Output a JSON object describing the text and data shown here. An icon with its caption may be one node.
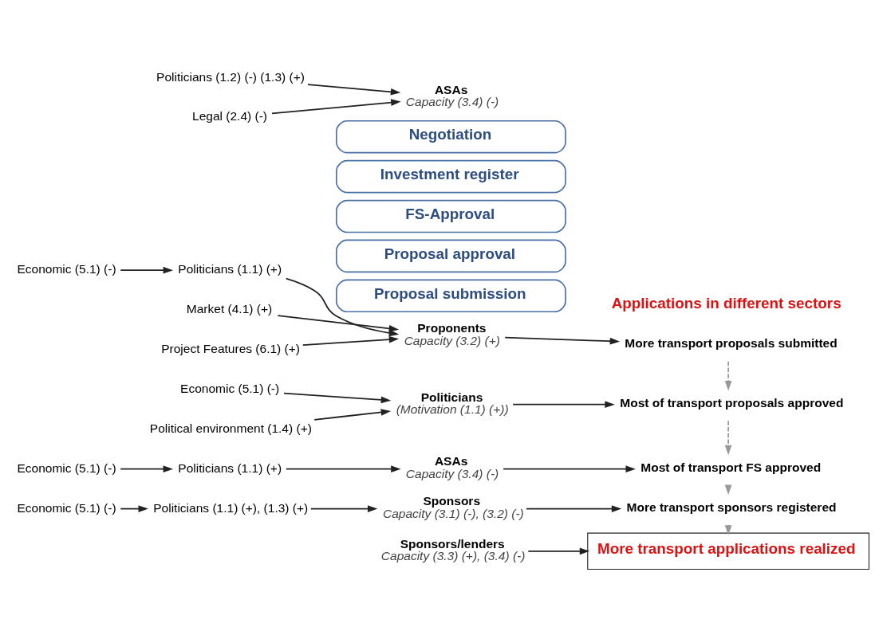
{
  "diagram": {
    "nodes": [
      {
        "text": [
          "Economic (5.1) (-)"
        ]
      },
      {
        "text": [
          "Proposal submission"
        ]
      },
      {
        "text": [
          "Politicians (1.1) (+)"
        ]
      },
      {
        "text": [
          "Market (4.1) (+)"
        ]
      },
      {
        "text": [
          "Project Features (6.1) (+)"
        ]
      },
      {
        "text": [
          "Proponents",
          "Capacity (3.2) (+)"
        ]
      },
      {
        "text": [
          "More transport proposals submitted"
        ]
      },
      {
        "text": [
          "Proposal approval"
        ]
      },
      {
        "text": [
          "Economic (5.1) (-)"
        ]
      },
      {
        "text": [
          "Political environment (1.4) (+)"
        ]
      },
      {
        "text": [
          "Politicians",
          "(Motivation (1.1) (+))"
        ]
      },
      {
        "text": [
          "Most of transport proposals approved"
        ]
      },
      {
        "text": [
          "FS-Approval"
        ]
      },
      {
        "text": [
          "Economic (5.1) (-)"
        ]
      },
      {
        "text": [
          "Politicians (1.1) (+)"
        ]
      },
      {
        "text": [
          "ASAs",
          "Capacity (3.4) (-)"
        ]
      },
      {
        "text": [
          "Most of transport FS approved"
        ]
      },
      {
        "text": [
          "Investment register"
        ]
      },
      {
        "text": [
          "Economic (5.1) (-)"
        ]
      },
      {
        "text": [
          "Politicians (1.1) (+), (1.3) (+)"
        ]
      },
      {
        "text": [
          "Sponsors",
          "Capacity (3.1) (-), (3.2) (-)"
        ]
      },
      {
        "text": [
          "More transport sponsors registered"
        ]
      },
      {
        "text": [
          "Negotiation"
        ]
      },
      {
        "text": [
          "Politicians (1.2) (-) (1.3) (+)"
        ]
      },
      {
        "text": [
          "Legal (2.4) (-)"
        ]
      },
      {
        "text": [
          "ASAs",
          "Capacity (3.4) (-)"
        ]
      },
      {
        "text": [
          "Sponsors/lenders",
          "Capacity (3.3) (+), (3.4) (-)"
        ]
      },
      {
        "text": [
          "More transport applications realized"
        ]
      }
    ],
    "edges": [
      {
        "from": 0,
        "to": 2,
        "arrow": "to"
      },
      {
        "from": 2,
        "to": 5,
        "arrow": "to"
      },
      {
        "from": 3,
        "to": 5,
        "arrow": "to"
      },
      {
        "from": 4,
        "to": 5,
        "arrow": "to"
      },
      {
        "from": 5,
        "to": 6,
        "arrow": "to"
      },
      {
        "from": 6,
        "to": 11,
        "arrow": "to",
        "style": "dashed",
        "color": "#999999"
      },
      {
        "from": 8,
        "to": 10,
        "arrow": "to"
      },
      {
        "from": 9,
        "to": 10,
        "arrow": "to"
      },
      {
        "from": 10,
        "to": 11,
        "arrow": "to"
      },
      {
        "from": 11,
        "to": 16,
        "arrow": "to",
        "style": "dashed",
        "color": "#999999"
      },
      {
        "from": 13,
        "to": 14,
        "arrow": "to"
      },
      {
        "from": 14,
        "to": 15,
        "arrow": "to"
      },
      {
        "from": 15,
        "to": 16,
        "arrow": "to"
      },
      {
        "from": 16,
        "to": 21,
        "arrow": "to",
        "style": "dashed",
        "color": "#999999"
      },
      {
        "from": 18,
        "to": 19,
        "arrow": "to"
      },
      {
        "from": 19,
        "to": 20,
        "arrow": "to"
      },
      {
        "from": 20,
        "to": 21,
        "arrow": "to"
      },
      {
        "from": 21,
        "to": 27,
        "arrow": "to",
        "style": "dashed",
        "color": "#999999"
      },
      {
        "from": 23,
        "to": 25,
        "arrow": "to"
      },
      {
        "from": 24,
        "to": 25,
        "arrow": "to"
      },
      {
        "from": 26,
        "to": 27,
        "arrow": "to"
      }
    ],
    "labels": [
      "Applications in different sectors"
    ]
  }
}
